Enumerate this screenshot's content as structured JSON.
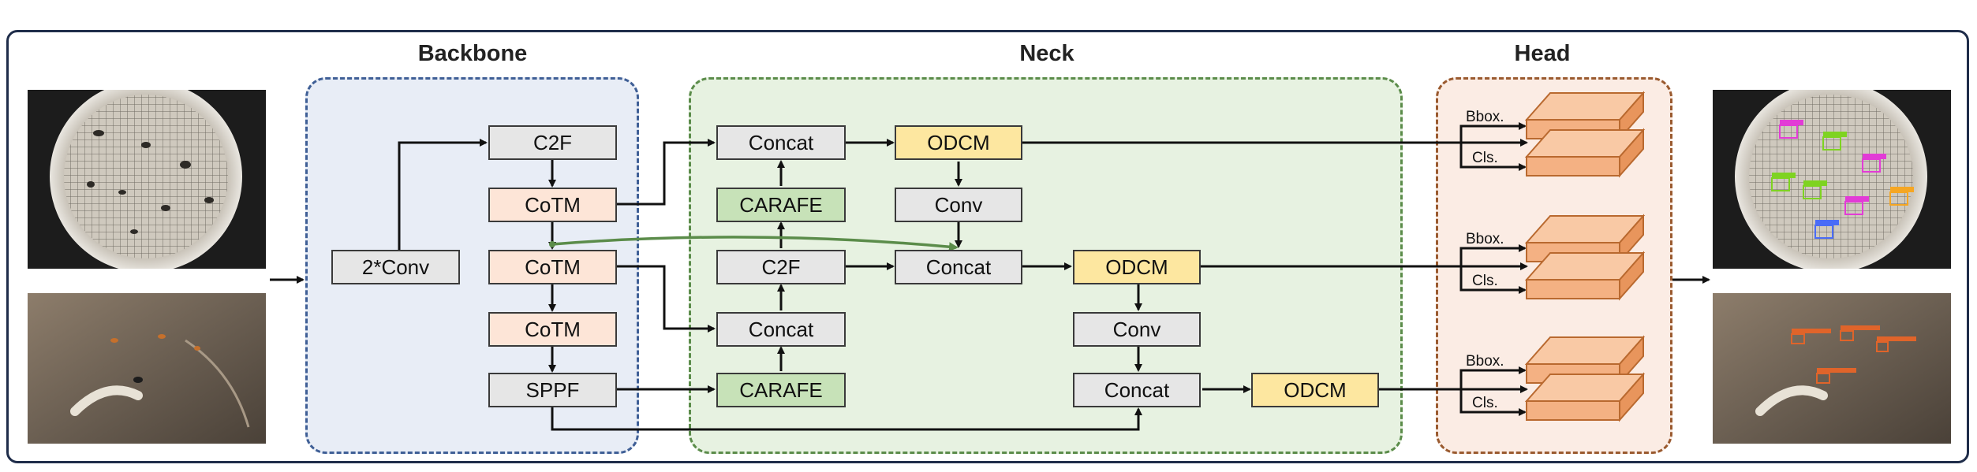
{
  "sections": {
    "backbone": "Backbone",
    "neck": "Neck",
    "head": "Head"
  },
  "backbone": {
    "stem": "2*Conv",
    "c2f": "C2F",
    "cotm_1": "CoTM",
    "cotm_2": "CoTM",
    "cotm_3": "CoTM",
    "sppf": "SPPF"
  },
  "neck": {
    "concat_top": "Concat",
    "carafe_top": "CARAFE",
    "c2f": "C2F",
    "concat_mid": "Concat",
    "carafe_bottom": "CARAFE",
    "odcm_1": "ODCM",
    "conv_1": "Conv",
    "concat_2": "Concat",
    "odcm_2": "ODCM",
    "conv_2": "Conv",
    "concat_3": "Concat",
    "odcm_3": "ODCM"
  },
  "head": {
    "bbox_1": "Bbox.",
    "cls_1": "Cls.",
    "bbox_2": "Bbox.",
    "cls_2": "Cls.",
    "bbox_3": "Bbox.",
    "cls_3": "Cls."
  },
  "colors": {
    "backbone_fill": "#e8edf6",
    "neck_fill": "#e7f2e1",
    "head_fill": "#fbece4",
    "odcm": "#fde7a0",
    "carafe": "#c7e2b8",
    "cotm": "#fde5d7",
    "cube": "#f4b183"
  }
}
